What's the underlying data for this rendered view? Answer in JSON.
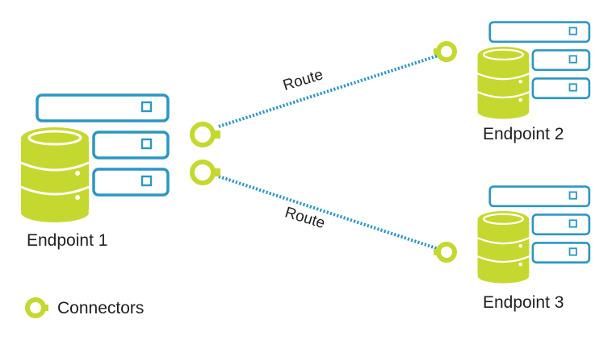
{
  "endpoints": [
    {
      "label": "Endpoint 1"
    },
    {
      "label": "Endpoint 2"
    },
    {
      "label": "Endpoint 3"
    }
  ],
  "routes": [
    {
      "label": "Route"
    },
    {
      "label": "Route"
    }
  ],
  "legend": {
    "label": "Connectors"
  },
  "colors": {
    "server_outline": "#2b97c2",
    "database_fill": "#c5d82f",
    "connector": "#c5d82f",
    "route": "#2b97c2"
  }
}
